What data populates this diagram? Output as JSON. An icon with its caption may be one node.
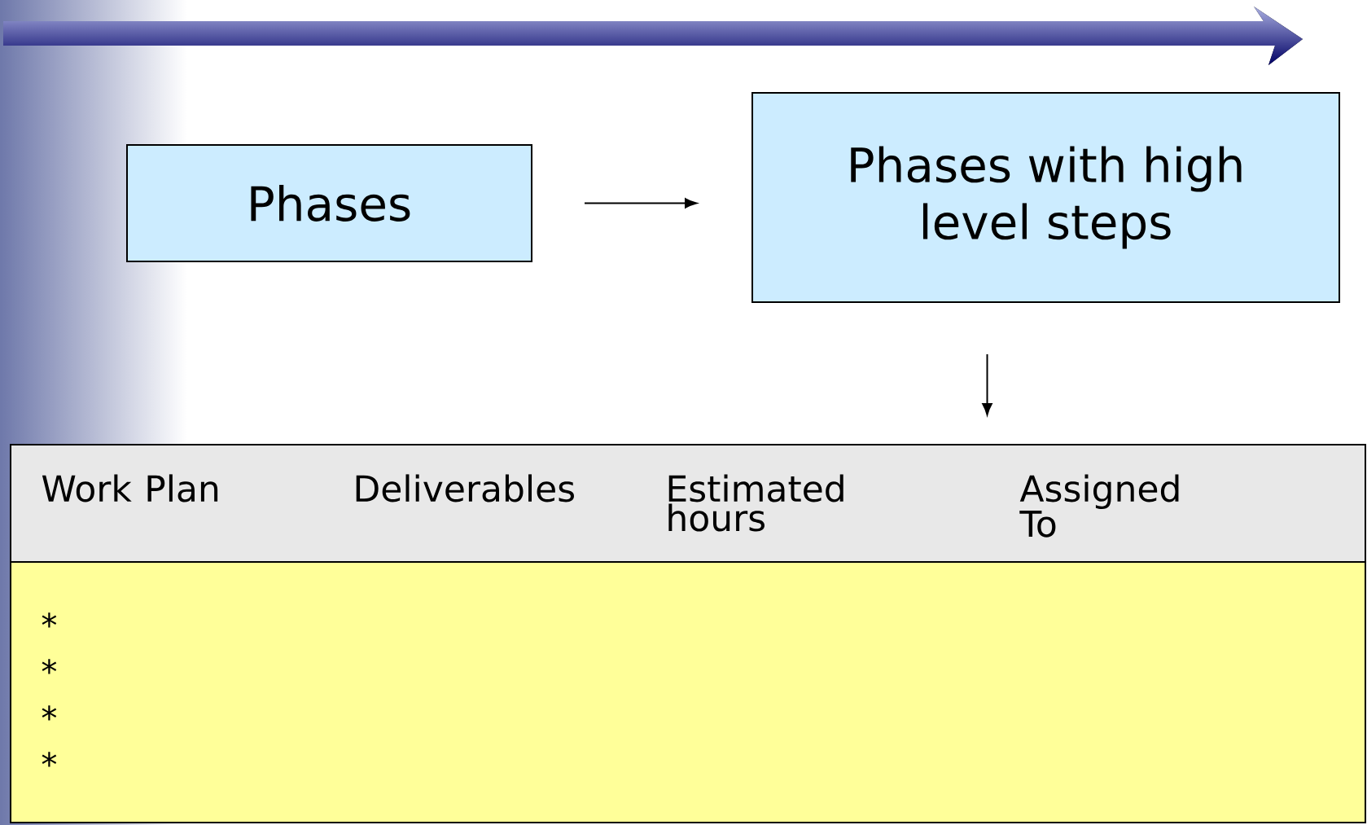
{
  "diagram": {
    "nodes": [
      {
        "text": [
          "Phases"
        ]
      },
      {
        "text": [
          "Phases with high level steps"
        ]
      },
      {
        "text": [
          "Work Plan",
          "Deliverables",
          "Estimated hours",
          "Assigned To"
        ]
      },
      {
        "text": [
          "*",
          "*",
          "*",
          "*"
        ]
      }
    ],
    "edges": [
      {
        "from": 0,
        "to": 1,
        "arrow": "to"
      },
      {
        "from": 1,
        "to": 2,
        "arrow": "to"
      }
    ]
  }
}
